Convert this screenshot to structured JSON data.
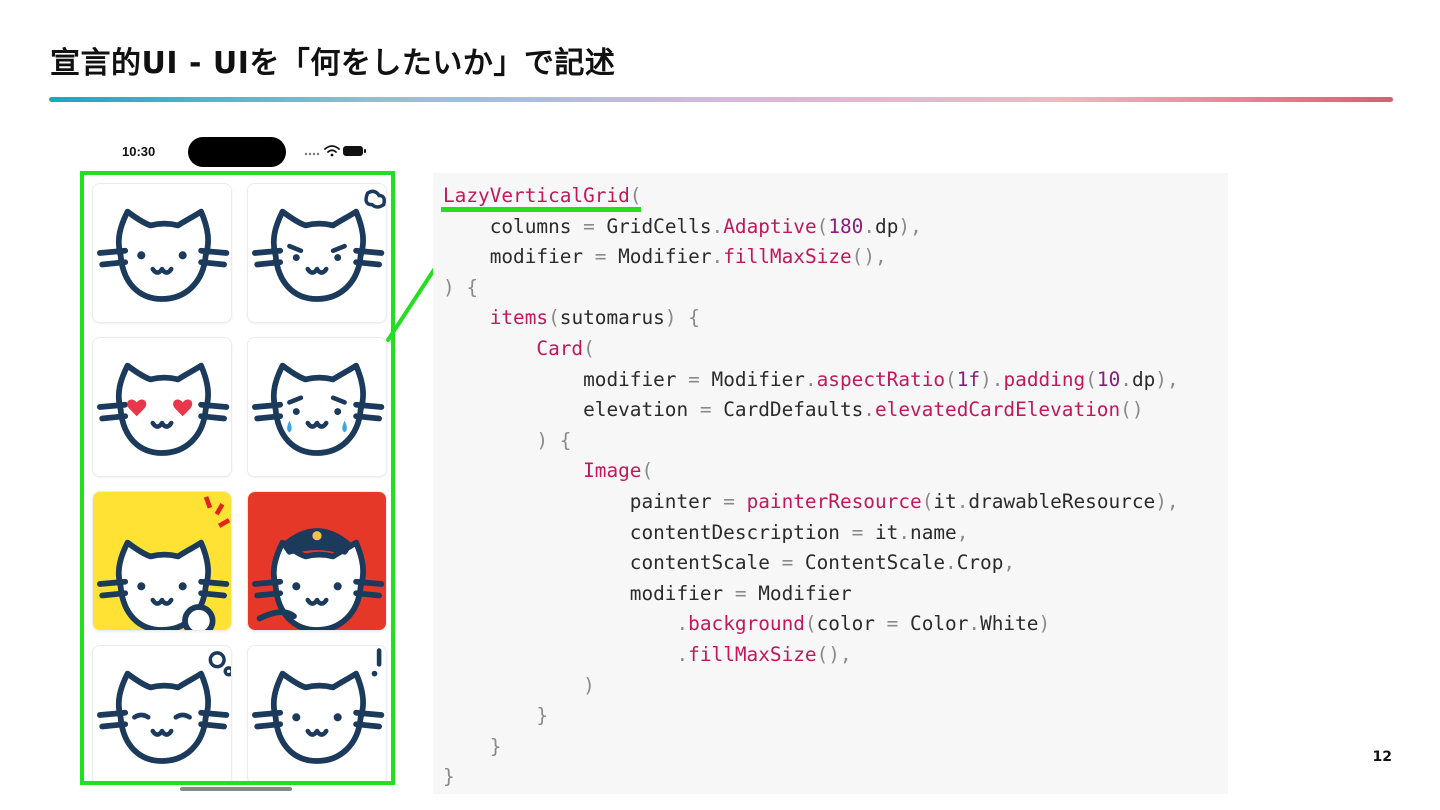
{
  "slide": {
    "title": "宣言的UI - UIを「何をしたいか」で記述",
    "page_number": "12",
    "accent_colors": {
      "highlight": "#22e020",
      "rule_start": "#17a7c9",
      "rule_end": "#e05a72"
    }
  },
  "phone": {
    "status_time": "10:30",
    "status_icons": [
      "signal-icon",
      "wifi-icon",
      "battery-icon"
    ],
    "grid_items": [
      {
        "expression": "neutral",
        "background": "#ffffff",
        "badge": "none"
      },
      {
        "expression": "annoyed",
        "background": "#ffffff",
        "badge": "puff-icon"
      },
      {
        "expression": "heart-eyes",
        "background": "#ffffff",
        "badge": "none"
      },
      {
        "expression": "crying",
        "background": "#ffffff",
        "badge": "none"
      },
      {
        "expression": "fist-bump",
        "background": "#ffe234",
        "badge": "spark-icon"
      },
      {
        "expression": "salute-police",
        "background": "#e53828",
        "badge": "none"
      },
      {
        "expression": "sleepy",
        "background": "#ffffff",
        "badge": "swirl-icon"
      },
      {
        "expression": "surprised",
        "background": "#ffffff",
        "badge": "exclamation-icon"
      }
    ]
  },
  "code": {
    "language": "Kotlin",
    "lines": [
      "LazyVerticalGrid(",
      "    columns = GridCells.Adaptive(180.dp),",
      "    modifier = Modifier.fillMaxSize(),",
      ") {",
      "    items(sutomarus) {",
      "        Card(",
      "            modifier = Modifier.aspectRatio(1f).padding(10.dp),",
      "            elevation = CardDefaults.elevatedCardElevation()",
      "        ) {",
      "            Image(",
      "                painter = painterResource(it.drawableResource),",
      "                contentDescription = it.name,",
      "                contentScale = ContentScale.Crop,",
      "                modifier = Modifier",
      "                    .background(color = Color.White)",
      "                    .fillMaxSize(),",
      "            )",
      "        }",
      "    }",
      "}"
    ]
  }
}
